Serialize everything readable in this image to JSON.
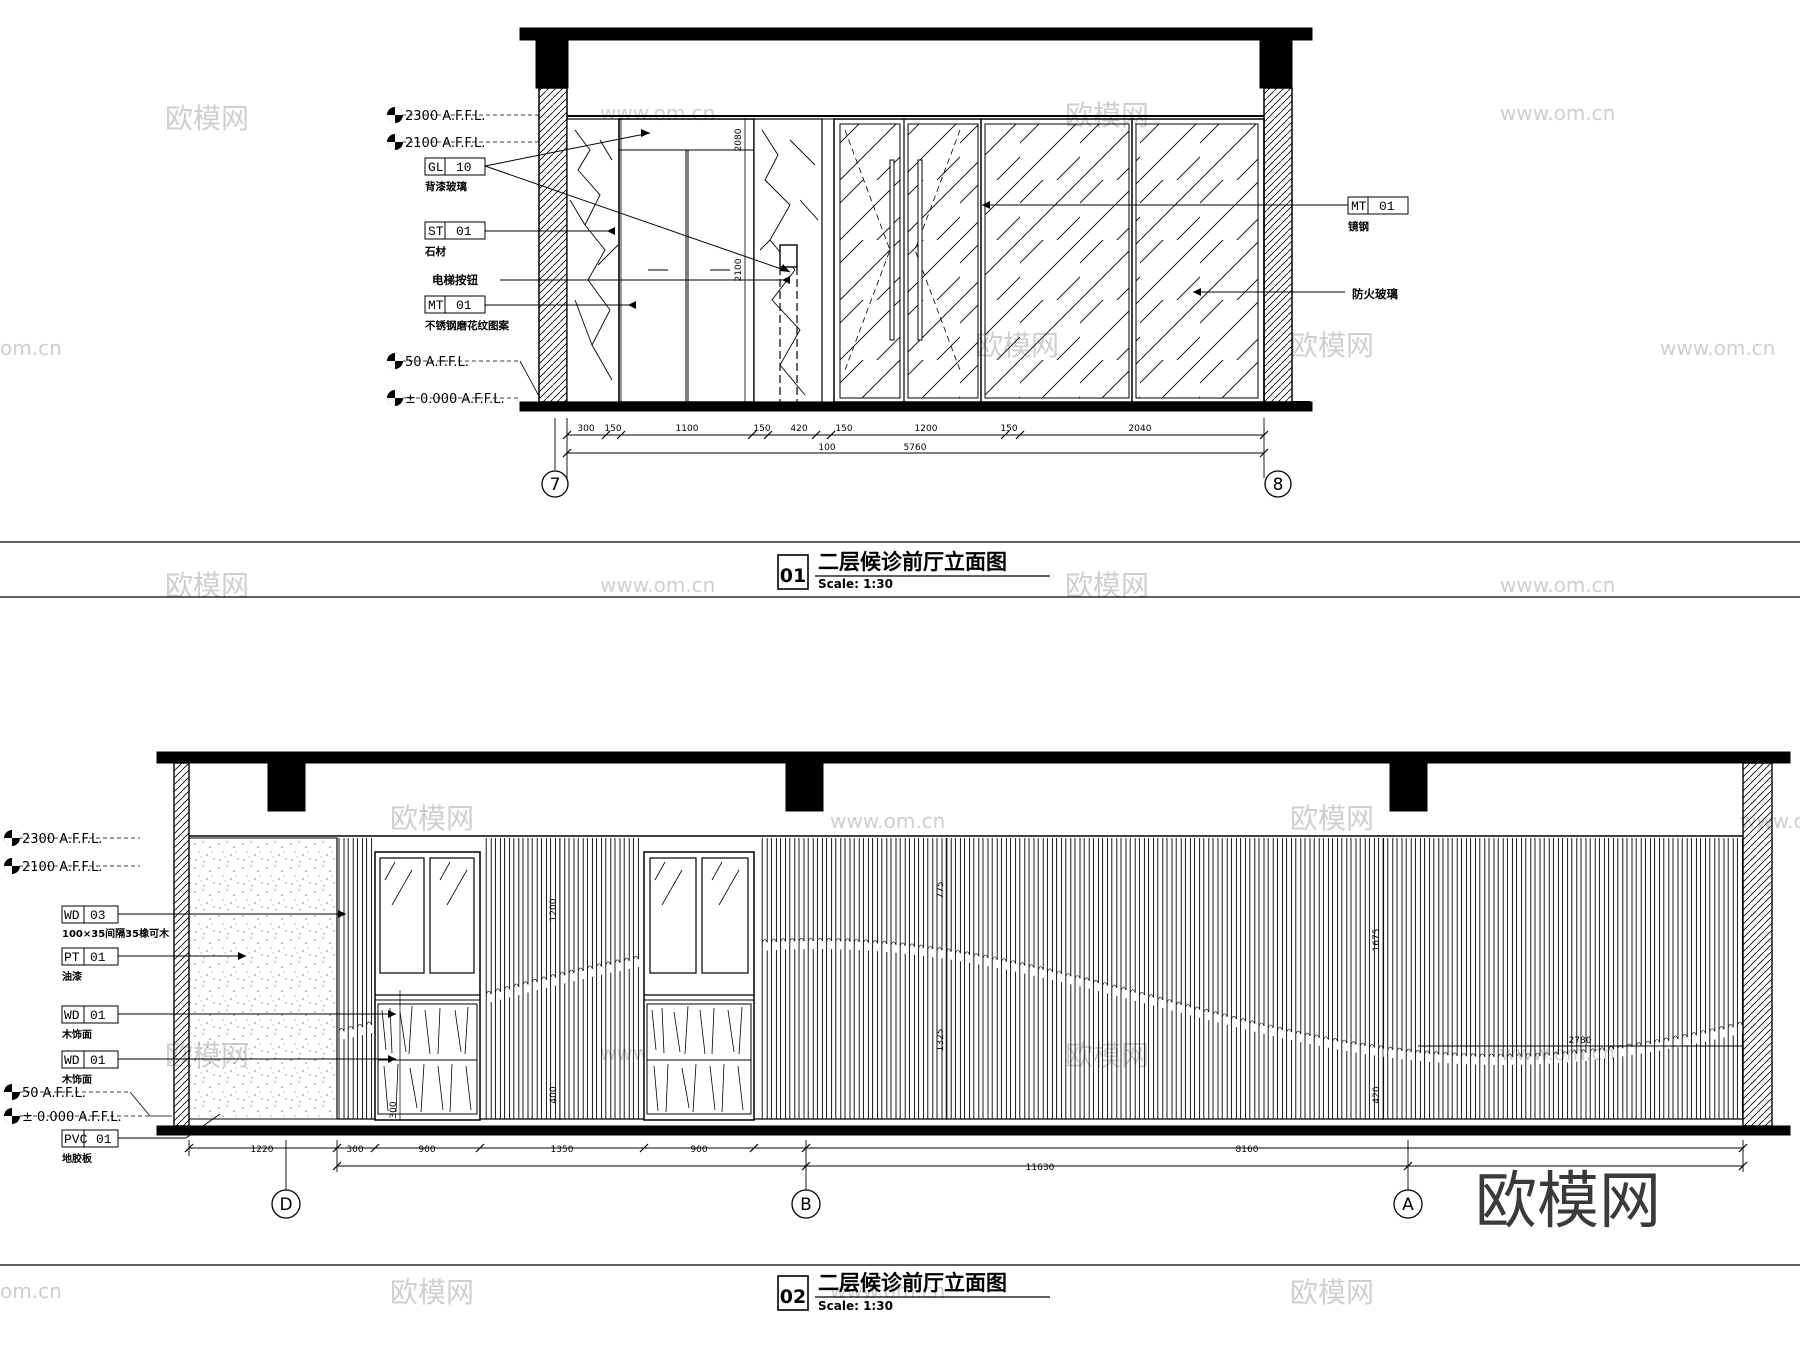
{
  "elevation1": {
    "levels": [
      "2300 A.F.F.L.",
      "2100 A.F.F.L.",
      "50 A.F.F.L.",
      "± 0.000 A.F.F.L."
    ],
    "tags": [
      {
        "code": "GL",
        "num": "10",
        "desc": "背漆玻璃"
      },
      {
        "code": "ST",
        "num": "01",
        "desc": "石材"
      },
      {
        "code": "MT",
        "num": "01",
        "desc": "不锈钢磨花纹图案"
      },
      {
        "code": "MT",
        "num": "01",
        "desc": "镜钢"
      }
    ],
    "notes": [
      "电梯按钮",
      "防火玻璃"
    ],
    "dims_top": [
      "300",
      "150",
      "1100",
      "150",
      "420",
      "150",
      "1200",
      "150",
      "2040"
    ],
    "dims_total": [
      "100",
      "5760"
    ],
    "dims_vertical": [
      "2080",
      "2100"
    ],
    "grid": [
      "7",
      "8"
    ],
    "number": "01",
    "title": "二层候诊前厅立面图",
    "scale": "Scale:  1:30"
  },
  "elevation2": {
    "levels": [
      "2300 A.F.F.L.",
      "2100 A.F.F.L.",
      "50 A.F.F.L.",
      "± 0.000 A.F.F.L."
    ],
    "tags": [
      {
        "code": "WD",
        "num": "03",
        "desc": "100×35间隔35橡可木"
      },
      {
        "code": "PT",
        "num": "01",
        "desc": "油漆"
      },
      {
        "code": "WD",
        "num": "01",
        "desc": "木饰面"
      },
      {
        "code": "WD",
        "num": "01",
        "desc": "木饰面"
      },
      {
        "code": "PVC",
        "num": "01",
        "desc": "地胶板"
      }
    ],
    "dims_bottom": [
      "1220",
      "300",
      "900",
      "1350",
      "900",
      "8160"
    ],
    "dims_total": [
      "11630"
    ],
    "dims_vertical": [
      "1200",
      "775",
      "1325",
      "1675",
      "400",
      "420",
      "300",
      "2780"
    ],
    "grid": [
      "D",
      "B",
      "A"
    ],
    "number": "02",
    "title": "二层候诊前厅立面图",
    "scale": "Scale:  1:30"
  },
  "watermarks": {
    "cn": "欧模网",
    "url": "www.om.cn",
    "edge": "om.cn",
    "corner": "欧模网"
  }
}
